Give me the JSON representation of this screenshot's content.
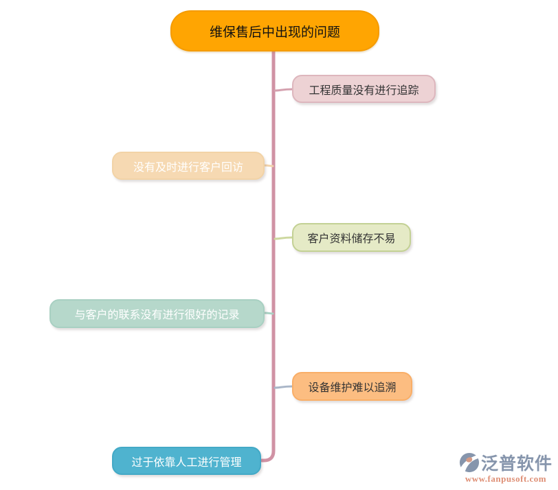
{
  "diagram": {
    "root": {
      "label": "维保售后中出现的问题",
      "fill": "#ffa502",
      "text_color": "#111111"
    },
    "spine_color": "#d092a4",
    "branches": [
      {
        "label": "工程质量没有进行追踪",
        "side": "right",
        "fill": "#edd2d4",
        "border": "#ddb6bd",
        "text_color": "#333333",
        "connector_color": "#d4a0ae"
      },
      {
        "label": "没有及时进行客户回访",
        "side": "left",
        "fill": "#f6d9b2",
        "border": "#f2d3a6",
        "text_color": "#ffffff",
        "connector_color": "#f3d4ac"
      },
      {
        "label": "客户资料储存不易",
        "side": "right",
        "fill": "#e5eac6",
        "border": "#c3d194",
        "text_color": "#333333",
        "connector_color": "#cdd89f"
      },
      {
        "label": "与客户的联系没有进行很好的记录",
        "side": "left",
        "fill": "#b6d8cb",
        "border": "#a8d0c2",
        "text_color": "#ffffff",
        "connector_color": "#a9d2c4"
      },
      {
        "label": "设备维护难以追溯",
        "side": "right",
        "fill": "#fcbd81",
        "border": "#f9ae67",
        "text_color": "#333333",
        "connector_color": "#a9b6c8"
      },
      {
        "label": "过于依靠人工进行管理",
        "side": "left",
        "fill": "#4fb3cf",
        "border": "#43a9c6",
        "text_color": "#ffffff",
        "connector_color": "#d092a4"
      }
    ]
  },
  "watermark": {
    "brand": "泛普软件",
    "url": "www.fanpusoft.com",
    "brand_color": "#8695ac",
    "url_color": "#de8e74"
  }
}
